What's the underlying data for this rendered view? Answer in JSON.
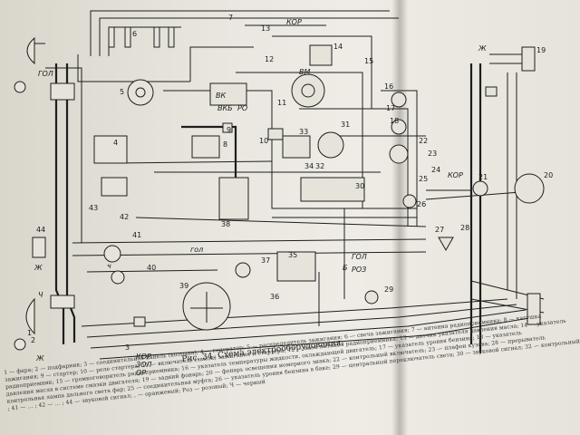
{
  "caption": "Рис. 34. Схема электрооборудования:",
  "legend_lines": [
    "1 — фара; 2 — подфарник; 3 — соединительная панель (колодка); 4 — генератор; 5 — распределитель зажигания; 6 — свеча зажигания; 7 — антенна радиоприемника; 8 — катушка",
    "зажигания; 9 — стартер; 10 — реле стартера; 11 — включатель (замок) зажигания и стартера; 12 — блок питания радиоприемника; 13 — датчик указателя давления масла; 14 — указатель",
    "радиоприемник; 15 — громкоговоритель радиоприемника; 16 — указатель температуры жидкости, охлаждающей двигатель; 17 — указатель уровня бензина; 18 — указатель",
    "давления масла в системе смазки двигателя; 19 — задний фонарь; 20 — фонарь освещения номерного знака; 22 — контрольный включатель; 23 — плафон кузова; 28 — прерыватель",
    "контрольная лампа дальнего света фар; 25 — соединительная муфта; 26 — указатель уровня бензина в баке; 29 — центральный переключатель света; 30 — звуковой сигнал; 32 — контрольный",
    "; 41 — ... ; 42 — ... ; 44 — звуковой сигнал;          , — оранжевый; Роз — розовый; Ч — черный"
  ],
  "labels": {
    "kor_top": "КОР",
    "gol_left": "ГОЛ",
    "gol_mid": "гол",
    "gol_right": "ГОЛ",
    "zh_left": "Ж",
    "zh_low": "Ж",
    "ch_left": "Ч",
    "ch_mid": "ч",
    "kor_bottom": "КОР",
    "zol_bottom": "ЗОЛ",
    "or_bottom": "ОР",
    "vk": "ВК",
    "vkb": "ВКБ",
    "ro": "РО",
    "vm": "ВМ",
    "kor_right": "КОР",
    "roz": "РОЗ",
    "b": "Б",
    "zh_right": "Ж"
  },
  "numbers": [
    "1",
    "2",
    "3",
    "4",
    "5",
    "6",
    "7",
    "8",
    "9",
    "10",
    "11",
    "12",
    "13",
    "14",
    "15",
    "16",
    "17",
    "18",
    "19",
    "20",
    "21",
    "22",
    "23",
    "24",
    "25",
    "26",
    "27",
    "28",
    "29",
    "30",
    "31",
    "32",
    "33",
    "34",
    "35",
    "36",
    "37",
    "38",
    "39",
    "40",
    "41",
    "42",
    "43",
    "44"
  ]
}
